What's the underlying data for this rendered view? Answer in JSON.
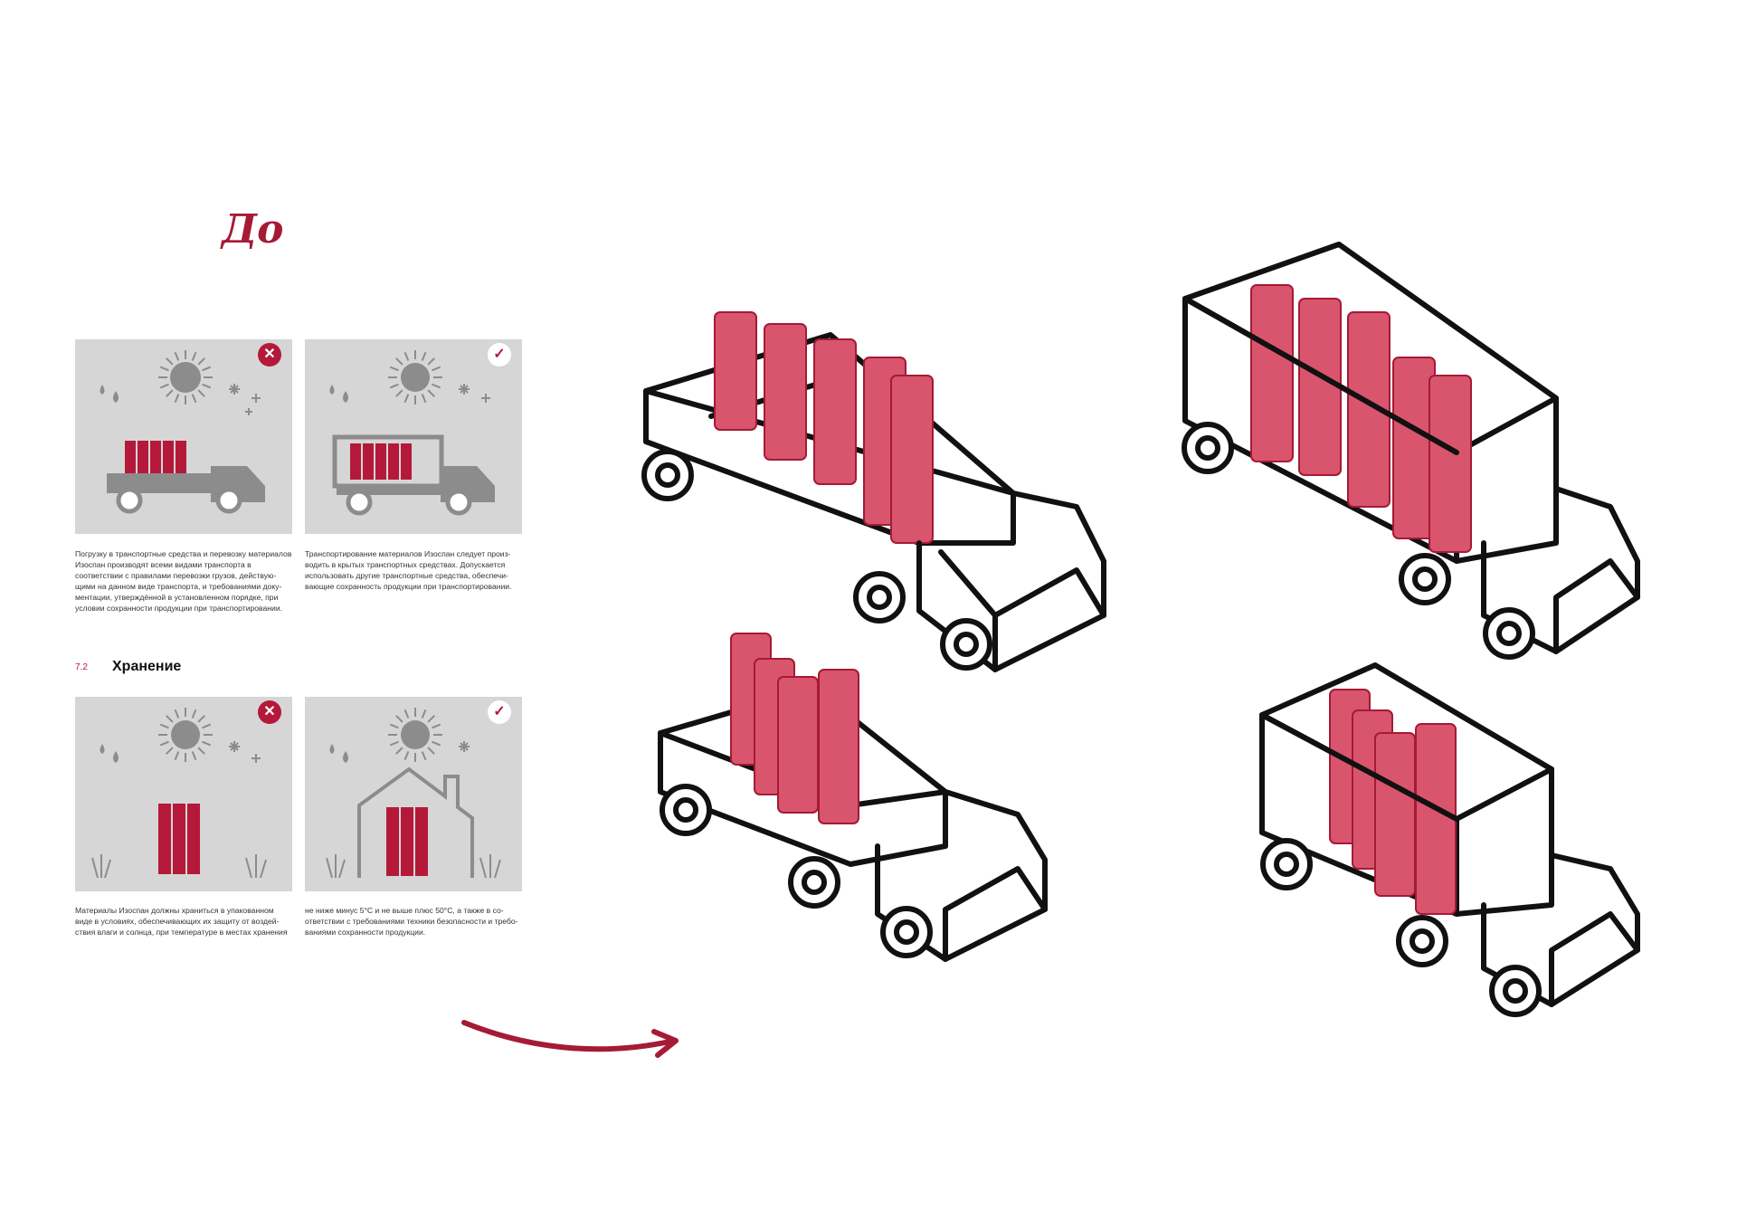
{
  "handwritten_label": "До",
  "doc": {
    "panels": [
      {
        "badge": "✕",
        "type": "bad"
      },
      {
        "badge": "✓",
        "type": "good"
      },
      {
        "badge": "✕",
        "type": "bad"
      },
      {
        "badge": "✓",
        "type": "good"
      }
    ],
    "captions": {
      "c1": "Погрузку в транспортные средства и перевозку мате­риалов Изоспан производят всеми видами транспорта в соответствии с правилами перевозки грузов, действую­щими на данном виде транспорта, и требованиями доку­ментации, утверждённой в установленном порядке, при условии сохранности продукции при транспортировании.",
      "c2": "Транспортирование материалов Изоспан следует произ­водить в крытых транспортных средствах. Допускается использовать другие транспортные средства, обеспечи­вающие сохранность продукции при транспортировании.",
      "c3": "Материалы Изоспан должны храниться в упакованном виде в условиях, обеспечивающих их защиту от воздей­ствия влаги и солнца, при температуре в местах хранения",
      "c4": "не ниже минус 5°С и не выше плюс 50°С, а также в со­ответствии с требованиями техники безопасности и требо­ваниями сохранности продукции."
    },
    "section": {
      "number": "7.2",
      "title": "Хранение"
    }
  },
  "colors": {
    "accent": "#b5193a",
    "roll_dark": "#c72a4b",
    "roll_light": "#d9556e",
    "panel_bg": "#d6d6d6",
    "panel_icon": "#8c8c8c",
    "line": "#111111"
  },
  "icons": [
    "sun-icon",
    "drop-icon",
    "snowflake-icon",
    "truck-icon",
    "house-icon",
    "grass-icon",
    "arrow-icon"
  ]
}
